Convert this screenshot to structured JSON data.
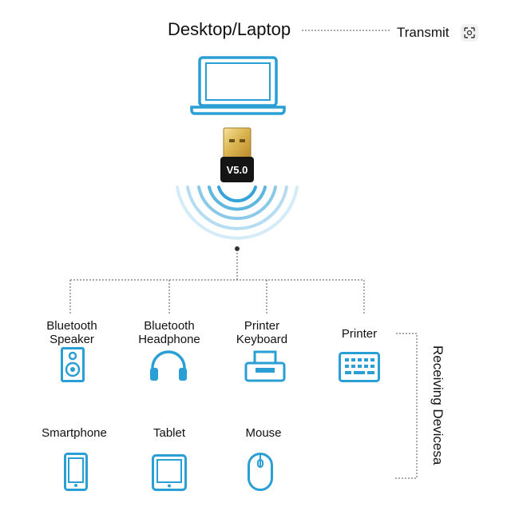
{
  "title": "Desktop/Laptop",
  "transmit_label": "Transmit",
  "dongle_label": "V5.0",
  "receiving_label": "Receiving Devicesa",
  "accent_color": "#2a9fd6",
  "devices_row1": [
    {
      "line1": "Bluetooth",
      "line2": "Speaker",
      "icon": "speaker-icon"
    },
    {
      "line1": "Bluetooth",
      "line2": "Headphone",
      "icon": "headphone-icon"
    },
    {
      "line1": "Printer",
      "line2": "Keyboard",
      "icon": "printer-icon"
    },
    {
      "line1": "Printer",
      "line2": "",
      "icon": "keyboard-icon"
    }
  ],
  "devices_row2": [
    {
      "label": "Smartphone",
      "icon": "smartphone-icon"
    },
    {
      "label": "Tablet",
      "icon": "tablet-icon"
    },
    {
      "label": "Mouse",
      "icon": "mouse-icon"
    }
  ]
}
